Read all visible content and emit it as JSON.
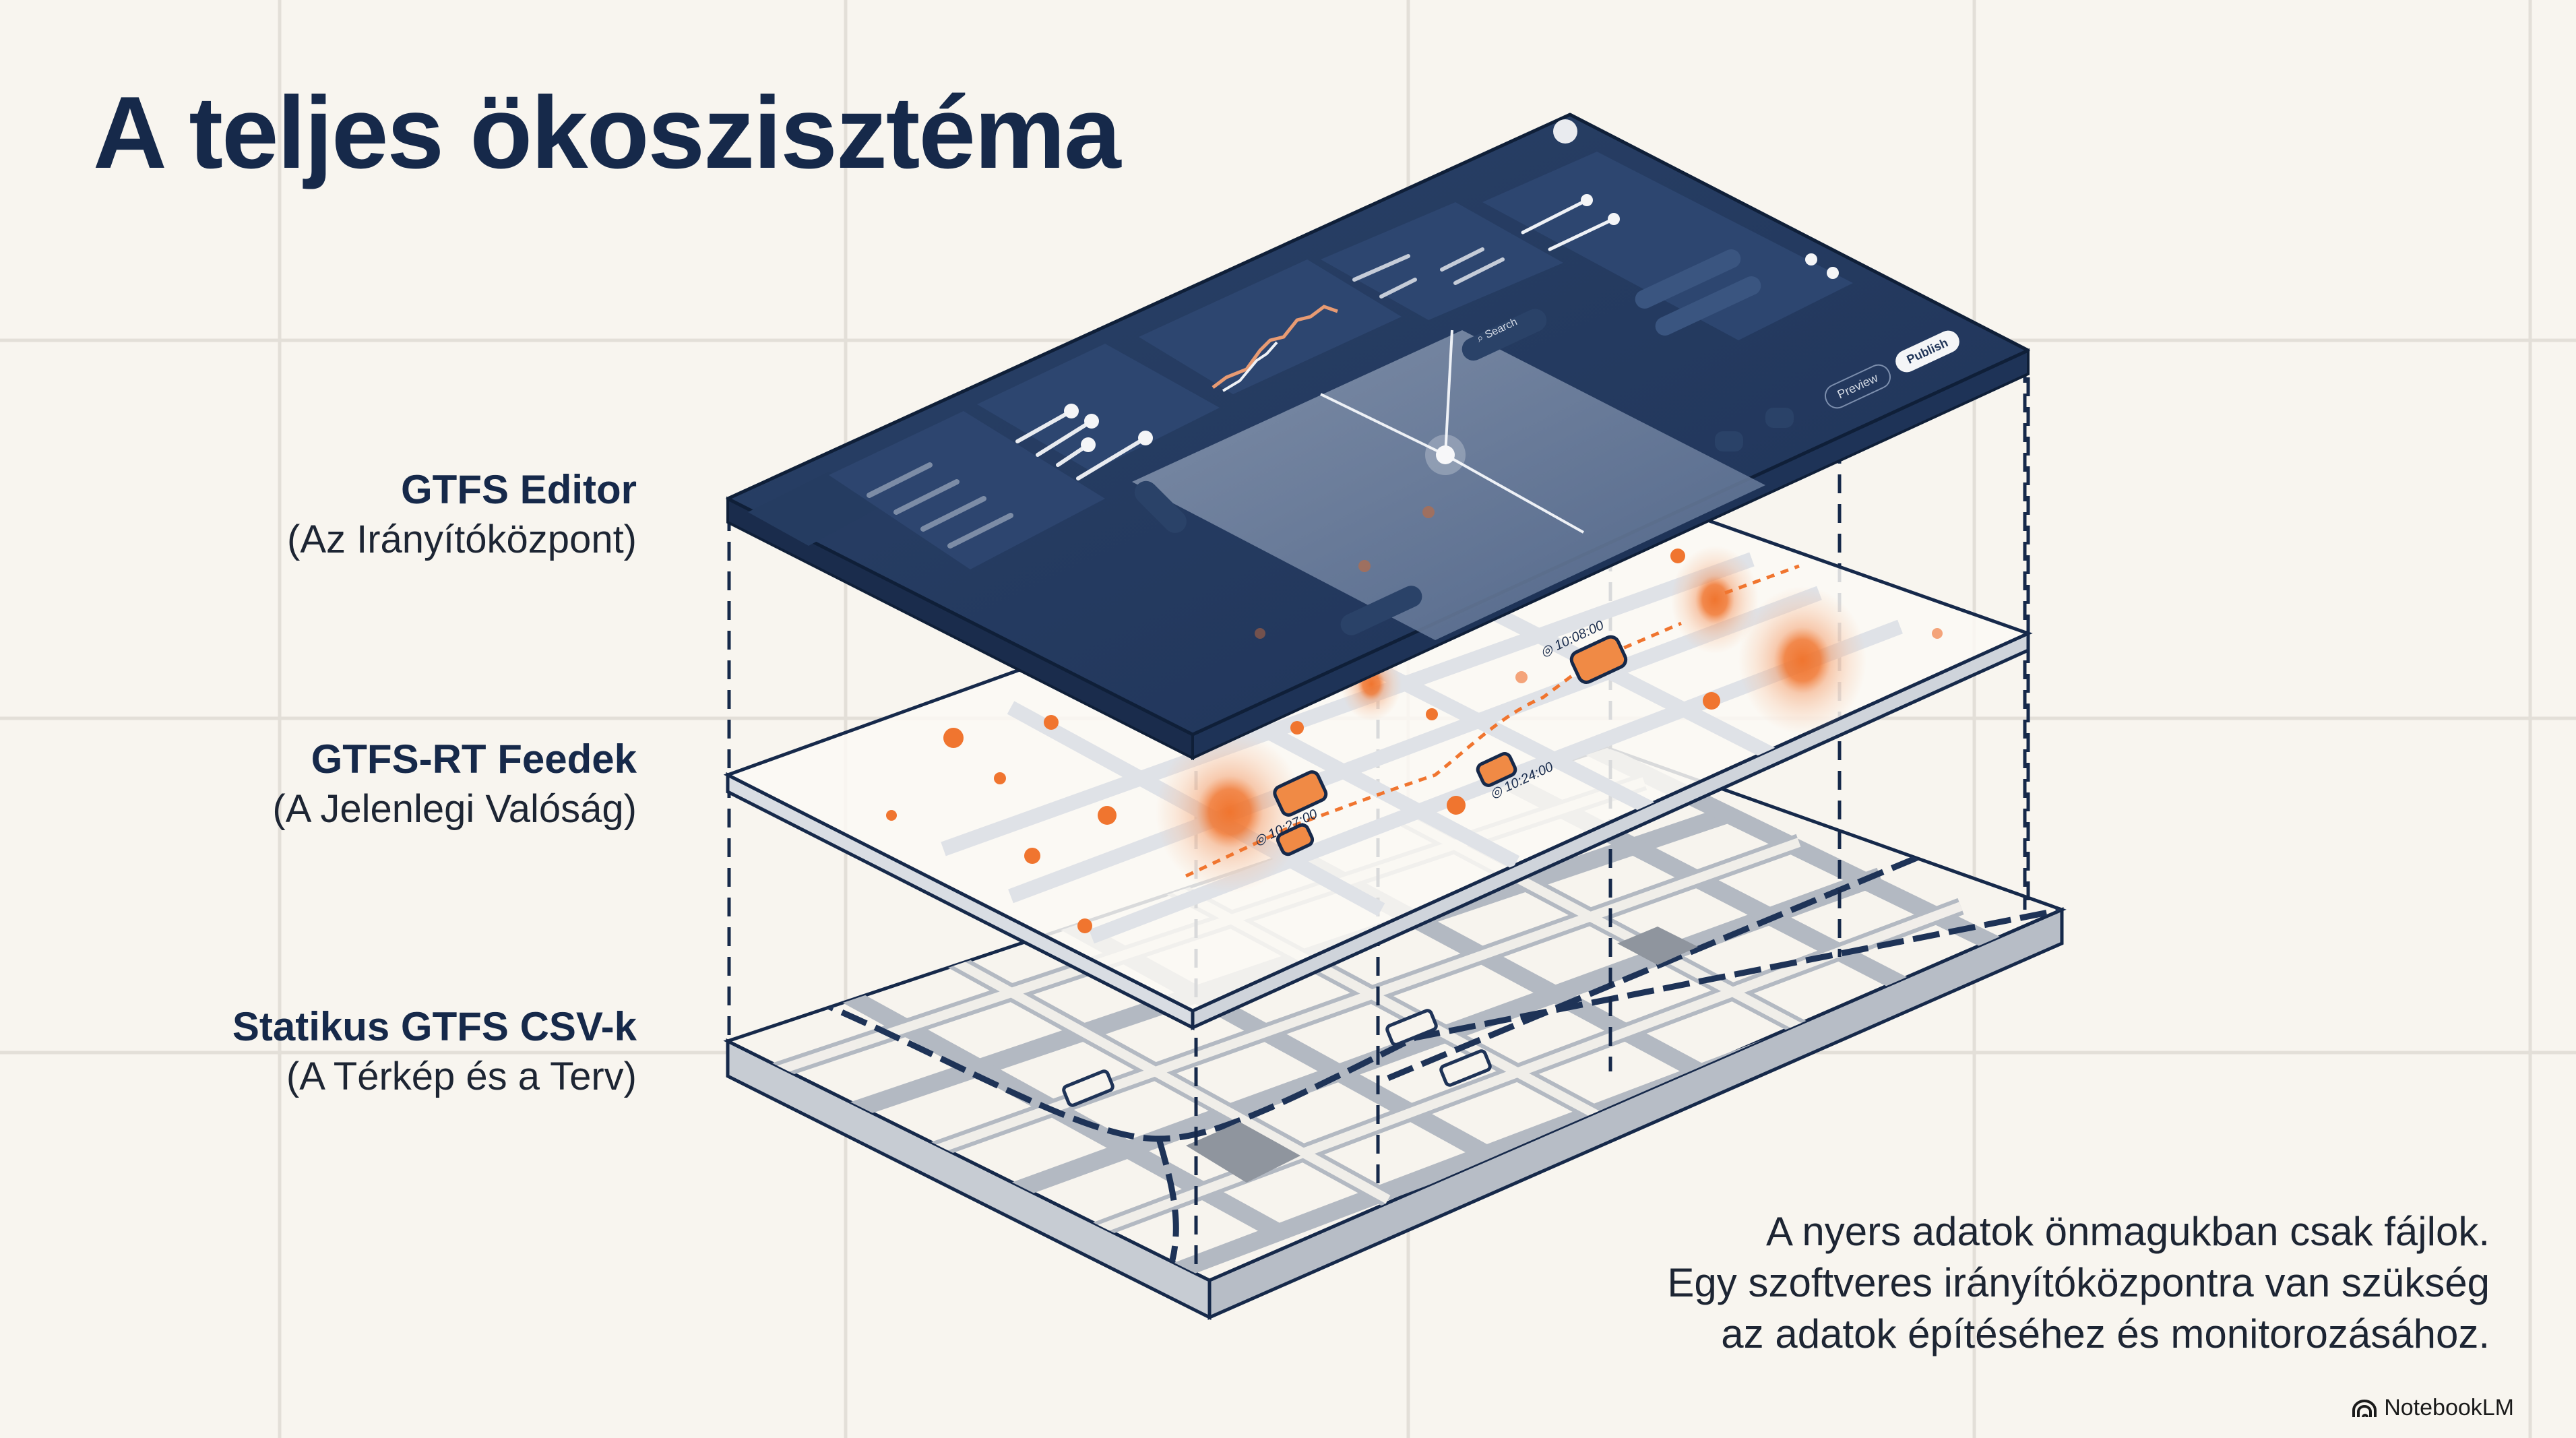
{
  "title": "A teljes ökoszisztéma",
  "layers": [
    {
      "id": "editor",
      "name": "GTFS Editor",
      "subtitle": "(Az Irányítóközpont)"
    },
    {
      "id": "realtime",
      "name": "GTFS-RT Feedek",
      "subtitle": "(A Jelenlegi Valóság)"
    },
    {
      "id": "static",
      "name": "Statikus GTFS CSV-k",
      "subtitle": "(A Térkép és a Terv)"
    }
  ],
  "caption": {
    "lines": [
      "A nyers adatok önmagukban csak fájlok.",
      "Egy szoftveres irányítóközpontra van szükség",
      "az adatok építéséhez és monitorozásához."
    ]
  },
  "brand": {
    "label": "NotebookLM",
    "icon": "notebooklm-logo-icon"
  },
  "dashboard": {
    "buttons": [
      {
        "id": "preview",
        "label": "Preview"
      },
      {
        "id": "publish",
        "label": "Publish"
      }
    ],
    "search_label": "Search",
    "colors": {
      "panel": "#2c4468",
      "panel_dark": "#1e3357",
      "accent": "#f07a3a",
      "ink": "#16294a"
    }
  },
  "colors": {
    "background": "#f8f5ef",
    "grid_line": "#e3dfd8",
    "navy": "#16294a",
    "orange": "#f0752f",
    "street": "#b9bec6"
  }
}
